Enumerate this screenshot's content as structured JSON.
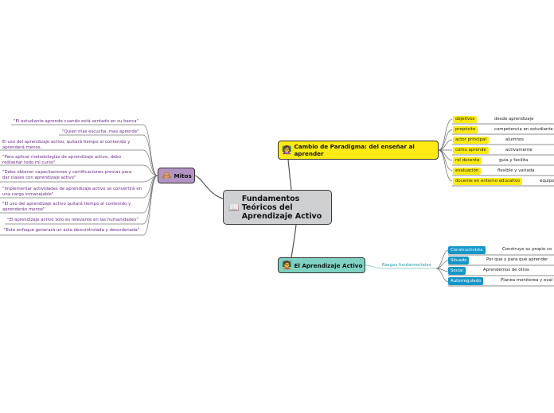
{
  "central": {
    "icon": "book-icon",
    "title": "Fundamentos Teóricos del Aprendizaje Activo"
  },
  "cambio": {
    "icon": "teacher-icon",
    "title": "Cambio de Paradigma: del enseñar al aprender",
    "items": [
      {
        "label": "objetivos",
        "value": "desde aprendizaje"
      },
      {
        "label": "propósito",
        "value": "competencia en estudiante"
      },
      {
        "label": "actor principal",
        "value": "alumnos"
      },
      {
        "label": "como aprende",
        "value": "activamente"
      },
      {
        "label": "rol docente",
        "value": "guía y facilita"
      },
      {
        "label": "evaluación",
        "value": "flexible y variada"
      },
      {
        "label": "docente en entorno educativo",
        "value": "equipo"
      }
    ]
  },
  "activo": {
    "icon": "student-icon",
    "title": "El Aprendizaje Activo",
    "link_label": "Rasgos fundamentales",
    "items": [
      {
        "label": "Constructivista",
        "value": "Construye su propio co"
      },
      {
        "label": "Situado",
        "value": "Por que y para qué aprender"
      },
      {
        "label": "Social",
        "value": "Aprendemos de otros"
      },
      {
        "label": "Autorregulado",
        "value": "Planea monitorea y eval"
      }
    ]
  },
  "mitos": {
    "icon": "thinking-face-icon",
    "title": "Mitos",
    "items": [
      "\"El estudiante aprende cuando está sentado en su banca\"",
      "\"Quien mas escucha, mas aprende\"",
      "El uso del aprendizaje activo, quitará tiempo al contenido y aprenderá menos.",
      "\"Para aplicar metodologías de aprendizaje activo, debo rediseñar todo mi curso\"",
      "\"Debo obtener capacitaciones y certificaciones previas para dar clases con aprendizaje activo\"",
      "\"Implementar actividades de aprendizaje activo se convertirá en una carga inmanejable\"",
      "\"El uso del aprendizaje activo quitará tiempo al contenido y aprenderán menos\"",
      "\"El aprendizaje activo sólo es relevante en las humanidades\"",
      "\"Este enfoque generará un aula descontrolada y desordenada\""
    ]
  },
  "colors": {
    "yellow": "#ffeb13",
    "teal": "#7fd1c2",
    "purple": "#b394c4",
    "blue_chip": "#1596c8",
    "central": "#cfd0d2"
  }
}
